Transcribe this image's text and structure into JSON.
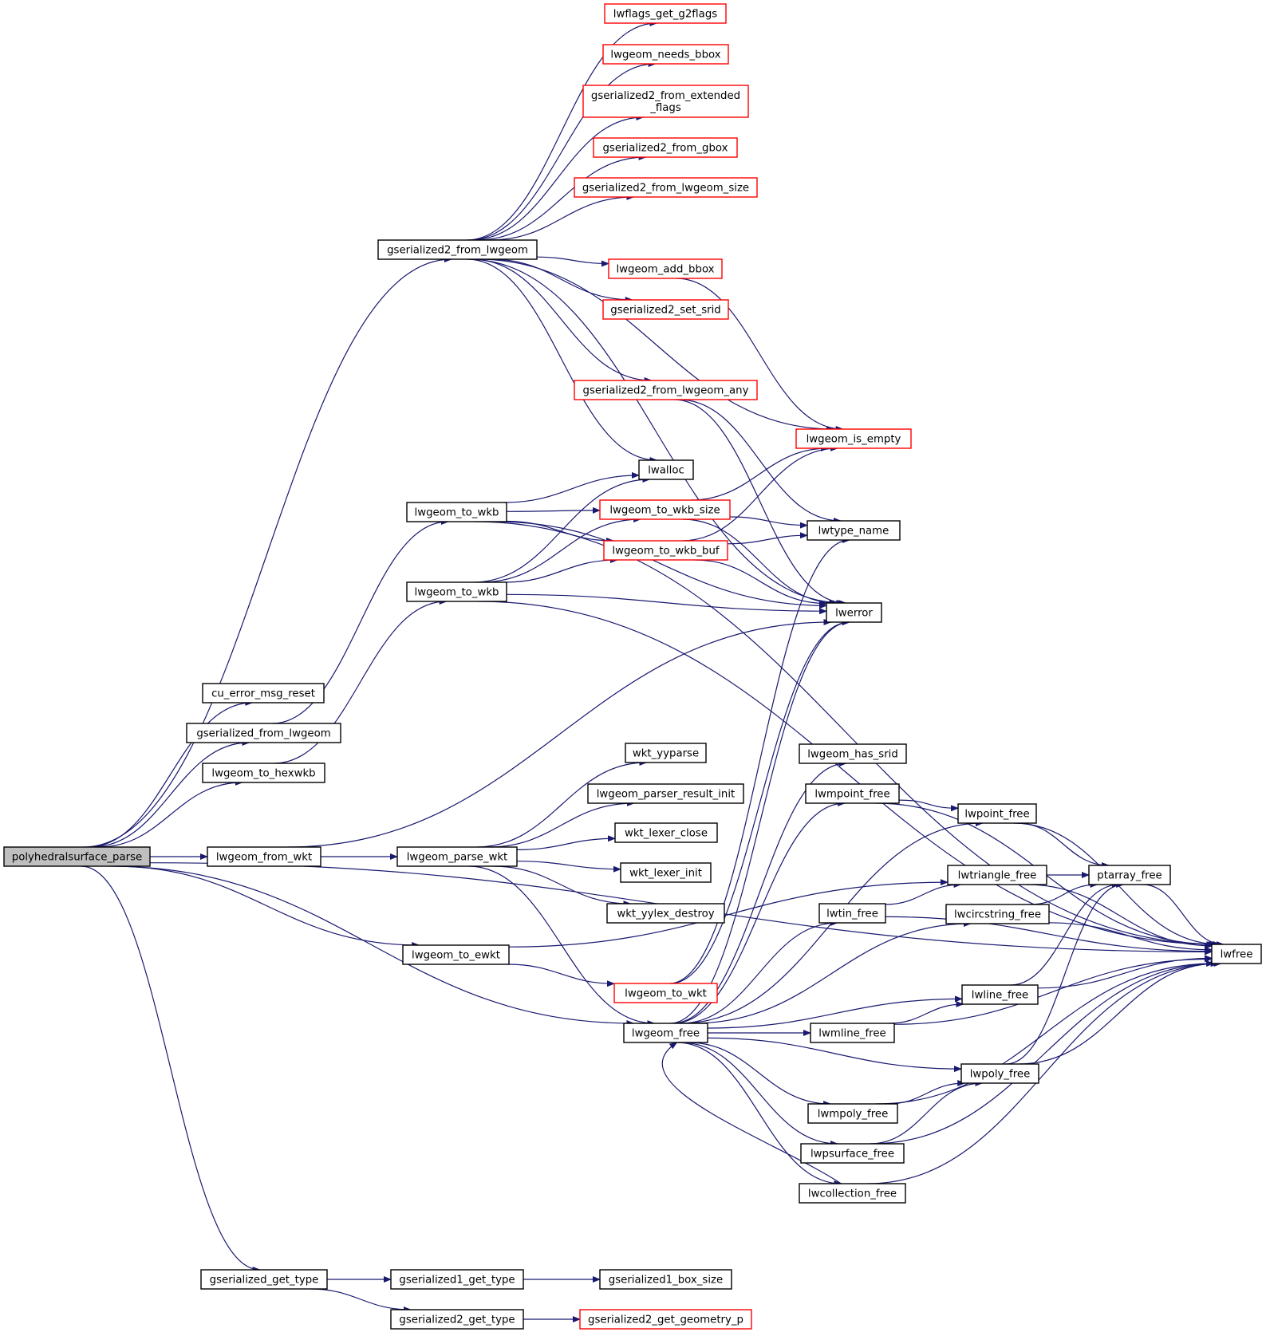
{
  "colors": {
    "edge": "#191970",
    "node_border": "#000000",
    "node_border_truncated": "#ff0000",
    "root_fill": "#bfbfbf"
  },
  "nodes": {
    "polyhedralsurface_parse": {
      "label": "polyhedralsurface_parse",
      "style": "root"
    },
    "cu_error_msg_reset": {
      "label": "cu_error_msg_reset",
      "style": "black"
    },
    "gserialized_from_lwgeom": {
      "label": "gserialized_from_lwgeom",
      "style": "black"
    },
    "lwgeom_to_hexwkb": {
      "label": "lwgeom_to_hexwkb",
      "style": "black"
    },
    "lwgeom_from_wkt": {
      "label": "lwgeom_from_wkt",
      "style": "black"
    },
    "gserialized_get_type": {
      "label": "gserialized_get_type",
      "style": "black"
    },
    "gserialized2_from_lwgeom": {
      "label": "gserialized2_from_lwgeom",
      "style": "black"
    },
    "lwgeom_to_wkb_a": {
      "label": "lwgeom_to_wkb",
      "style": "black"
    },
    "lwgeom_to_wkb_b": {
      "label": "lwgeom_to_wkb",
      "style": "black"
    },
    "lwgeom_parse_wkt": {
      "label": "lwgeom_parse_wkt",
      "style": "black"
    },
    "lwgeom_to_ewkt": {
      "label": "lwgeom_to_ewkt",
      "style": "black"
    },
    "gserialized1_get_type": {
      "label": "gserialized1_get_type",
      "style": "black"
    },
    "gserialized2_get_type": {
      "label": "gserialized2_get_type",
      "style": "black"
    },
    "lwflags_get_g2flags": {
      "label": "lwflags_get_g2flags",
      "style": "red"
    },
    "lwgeom_needs_bbox": {
      "label": "lwgeom_needs_bbox",
      "style": "red"
    },
    "gserialized2_from_extended_flags": {
      "label": "gserialized2_from_extended\n_flags",
      "style": "red"
    },
    "gserialized2_from_gbox": {
      "label": "gserialized2_from_gbox",
      "style": "red"
    },
    "gserialized2_from_lwgeom_size": {
      "label": "gserialized2_from_lwgeom_size",
      "style": "red"
    },
    "lwgeom_add_bbox": {
      "label": "lwgeom_add_bbox",
      "style": "red"
    },
    "gserialized2_set_srid": {
      "label": "gserialized2_set_srid",
      "style": "red"
    },
    "gserialized2_from_lwgeom_any": {
      "label": "gserialized2_from_lwgeom_any",
      "style": "red"
    },
    "lwalloc": {
      "label": "lwalloc",
      "style": "black"
    },
    "lwgeom_to_wkb_size": {
      "label": "lwgeom_to_wkb_size",
      "style": "red"
    },
    "lwgeom_to_wkb_buf": {
      "label": "lwgeom_to_wkb_buf",
      "style": "red"
    },
    "wkt_yyparse": {
      "label": "wkt_yyparse",
      "style": "black"
    },
    "lwgeom_parser_result_init": {
      "label": "lwgeom_parser_result_init",
      "style": "black"
    },
    "wkt_lexer_close": {
      "label": "wkt_lexer_close",
      "style": "black"
    },
    "wkt_lexer_init": {
      "label": "wkt_lexer_init",
      "style": "black"
    },
    "wkt_yylex_destroy": {
      "label": "wkt_yylex_destroy",
      "style": "black"
    },
    "lwgeom_to_wkt": {
      "label": "lwgeom_to_wkt",
      "style": "red"
    },
    "lwgeom_free": {
      "label": "lwgeom_free",
      "style": "black"
    },
    "gserialized1_box_size": {
      "label": "gserialized1_box_size",
      "style": "black"
    },
    "gserialized2_get_geometry_p": {
      "label": "gserialized2_get_geometry_p",
      "style": "red"
    },
    "lwgeom_is_empty": {
      "label": "lwgeom_is_empty",
      "style": "red"
    },
    "lwtype_name": {
      "label": "lwtype_name",
      "style": "black"
    },
    "lwerror": {
      "label": "lwerror",
      "style": "black"
    },
    "lwgeom_has_srid": {
      "label": "lwgeom_has_srid",
      "style": "black"
    },
    "lwmpoint_free": {
      "label": "lwmpoint_free",
      "style": "black"
    },
    "lwtin_free": {
      "label": "lwtin_free",
      "style": "black"
    },
    "lwmline_free": {
      "label": "lwmline_free",
      "style": "black"
    },
    "lwmpoly_free": {
      "label": "lwmpoly_free",
      "style": "black"
    },
    "lwpsurface_free": {
      "label": "lwpsurface_free",
      "style": "black"
    },
    "lwcollection_free": {
      "label": "lwcollection_free",
      "style": "black"
    },
    "lwpoint_free": {
      "label": "lwpoint_free",
      "style": "black"
    },
    "lwtriangle_free": {
      "label": "lwtriangle_free",
      "style": "black"
    },
    "lwcircstring_free": {
      "label": "lwcircstring_free",
      "style": "black"
    },
    "lwline_free": {
      "label": "lwline_free",
      "style": "black"
    },
    "lwpoly_free": {
      "label": "lwpoly_free",
      "style": "black"
    },
    "ptarray_free": {
      "label": "ptarray_free",
      "style": "black"
    },
    "lwfree": {
      "label": "lwfree",
      "style": "black"
    }
  },
  "edges": [
    [
      "polyhedralsurface_parse",
      "cu_error_msg_reset"
    ],
    [
      "polyhedralsurface_parse",
      "gserialized_from_lwgeom"
    ],
    [
      "polyhedralsurface_parse",
      "lwgeom_to_hexwkb"
    ],
    [
      "polyhedralsurface_parse",
      "gserialized2_from_lwgeom"
    ],
    [
      "polyhedralsurface_parse",
      "lwgeom_from_wkt"
    ],
    [
      "polyhedralsurface_parse",
      "lwgeom_to_ewkt"
    ],
    [
      "polyhedralsurface_parse",
      "lwgeom_free"
    ],
    [
      "polyhedralsurface_parse",
      "lwfree"
    ],
    [
      "polyhedralsurface_parse",
      "gserialized_get_type"
    ],
    [
      "gserialized_from_lwgeom",
      "lwgeom_to_wkb_a"
    ],
    [
      "lwgeom_to_hexwkb",
      "lwgeom_to_wkb_b"
    ],
    [
      "gserialized2_from_lwgeom",
      "lwflags_get_g2flags"
    ],
    [
      "gserialized2_from_lwgeom",
      "lwgeom_needs_bbox"
    ],
    [
      "gserialized2_from_lwgeom",
      "gserialized2_from_extended_flags"
    ],
    [
      "gserialized2_from_lwgeom",
      "gserialized2_from_gbox"
    ],
    [
      "gserialized2_from_lwgeom",
      "gserialized2_from_lwgeom_size"
    ],
    [
      "gserialized2_from_lwgeom",
      "lwgeom_is_empty"
    ],
    [
      "gserialized2_from_lwgeom",
      "lwgeom_add_bbox"
    ],
    [
      "gserialized2_from_lwgeom",
      "gserialized2_set_srid"
    ],
    [
      "gserialized2_from_lwgeom",
      "gserialized2_from_lwgeom_any"
    ],
    [
      "gserialized2_from_lwgeom",
      "lwalloc"
    ],
    [
      "gserialized2_from_lwgeom",
      "lwerror"
    ],
    [
      "lwgeom_add_bbox",
      "lwgeom_is_empty"
    ],
    [
      "gserialized2_from_lwgeom_any",
      "lwtype_name"
    ],
    [
      "gserialized2_from_lwgeom_any",
      "lwerror"
    ],
    [
      "lwgeom_to_wkb_a",
      "lwalloc"
    ],
    [
      "lwgeom_to_wkb_a",
      "lwgeom_to_wkb_size"
    ],
    [
      "lwgeom_to_wkb_a",
      "lwgeom_to_wkb_buf"
    ],
    [
      "lwgeom_to_wkb_a",
      "lwerror"
    ],
    [
      "lwgeom_to_wkb_a",
      "lwfree"
    ],
    [
      "lwgeom_to_wkb_b",
      "lwalloc"
    ],
    [
      "lwgeom_to_wkb_b",
      "lwgeom_to_wkb_size"
    ],
    [
      "lwgeom_to_wkb_b",
      "lwgeom_to_wkb_buf"
    ],
    [
      "lwgeom_to_wkb_b",
      "lwerror"
    ],
    [
      "lwgeom_to_wkb_b",
      "lwfree"
    ],
    [
      "lwgeom_to_wkb_size",
      "lwgeom_is_empty"
    ],
    [
      "lwgeom_to_wkb_size",
      "lwtype_name"
    ],
    [
      "lwgeom_to_wkb_size",
      "lwerror"
    ],
    [
      "lwgeom_to_wkb_buf",
      "lwgeom_is_empty"
    ],
    [
      "lwgeom_to_wkb_buf",
      "lwtype_name"
    ],
    [
      "lwgeom_to_wkb_buf",
      "lwerror"
    ],
    [
      "lwgeom_from_wkt",
      "lwgeom_parse_wkt"
    ],
    [
      "lwgeom_from_wkt",
      "lwerror"
    ],
    [
      "lwgeom_parse_wkt",
      "wkt_yyparse"
    ],
    [
      "lwgeom_parse_wkt",
      "lwgeom_parser_result_init"
    ],
    [
      "lwgeom_parse_wkt",
      "wkt_lexer_close"
    ],
    [
      "lwgeom_parse_wkt",
      "wkt_lexer_init"
    ],
    [
      "lwgeom_parse_wkt",
      "wkt_yylex_destroy"
    ],
    [
      "lwgeom_parse_wkt",
      "lwgeom_free"
    ],
    [
      "lwgeom_to_ewkt",
      "lwgeom_to_wkt"
    ],
    [
      "lwgeom_to_ewkt",
      "lwtriangle_free"
    ],
    [
      "lwgeom_to_wkt",
      "lwerror"
    ],
    [
      "lwgeom_to_wkt",
      "lwtype_name"
    ],
    [
      "lwgeom_free",
      "lwgeom_has_srid"
    ],
    [
      "lwgeom_free",
      "lwmpoint_free"
    ],
    [
      "lwgeom_free",
      "lwpoint_free"
    ],
    [
      "lwgeom_free",
      "lwtin_free"
    ],
    [
      "lwgeom_free",
      "lwcircstring_free"
    ],
    [
      "lwgeom_free",
      "lwline_free"
    ],
    [
      "lwgeom_free",
      "lwmline_free"
    ],
    [
      "lwgeom_free",
      "lwpoly_free"
    ],
    [
      "lwgeom_free",
      "lwmpoly_free"
    ],
    [
      "lwgeom_free",
      "lwpsurface_free"
    ],
    [
      "lwgeom_free",
      "lwcollection_free"
    ],
    [
      "lwgeom_free",
      "lwerror"
    ],
    [
      "lwcollection_free",
      "lwgeom_free"
    ],
    [
      "lwmpoint_free",
      "lwpoint_free"
    ],
    [
      "lwmpoint_free",
      "lwfree"
    ],
    [
      "lwtin_free",
      "lwtriangle_free"
    ],
    [
      "lwtin_free",
      "lwfree"
    ],
    [
      "lwmline_free",
      "lwline_free"
    ],
    [
      "lwmline_free",
      "lwfree"
    ],
    [
      "lwmpoly_free",
      "lwpoly_free"
    ],
    [
      "lwmpoly_free",
      "lwfree"
    ],
    [
      "lwpsurface_free",
      "lwpoly_free"
    ],
    [
      "lwpsurface_free",
      "lwfree"
    ],
    [
      "lwcollection_free",
      "lwfree"
    ],
    [
      "lwpoint_free",
      "ptarray_free"
    ],
    [
      "lwpoint_free",
      "lwfree"
    ],
    [
      "lwtriangle_free",
      "ptarray_free"
    ],
    [
      "lwtriangle_free",
      "lwfree"
    ],
    [
      "lwcircstring_free",
      "ptarray_free"
    ],
    [
      "lwcircstring_free",
      "lwfree"
    ],
    [
      "lwline_free",
      "ptarray_free"
    ],
    [
      "lwline_free",
      "lwfree"
    ],
    [
      "lwpoly_free",
      "ptarray_free"
    ],
    [
      "lwpoly_free",
      "lwfree"
    ],
    [
      "ptarray_free",
      "lwfree"
    ],
    [
      "gserialized_get_type",
      "gserialized1_get_type"
    ],
    [
      "gserialized_get_type",
      "gserialized2_get_type"
    ],
    [
      "gserialized1_get_type",
      "gserialized1_box_size"
    ],
    [
      "gserialized2_get_type",
      "gserialized2_get_geometry_p"
    ]
  ]
}
